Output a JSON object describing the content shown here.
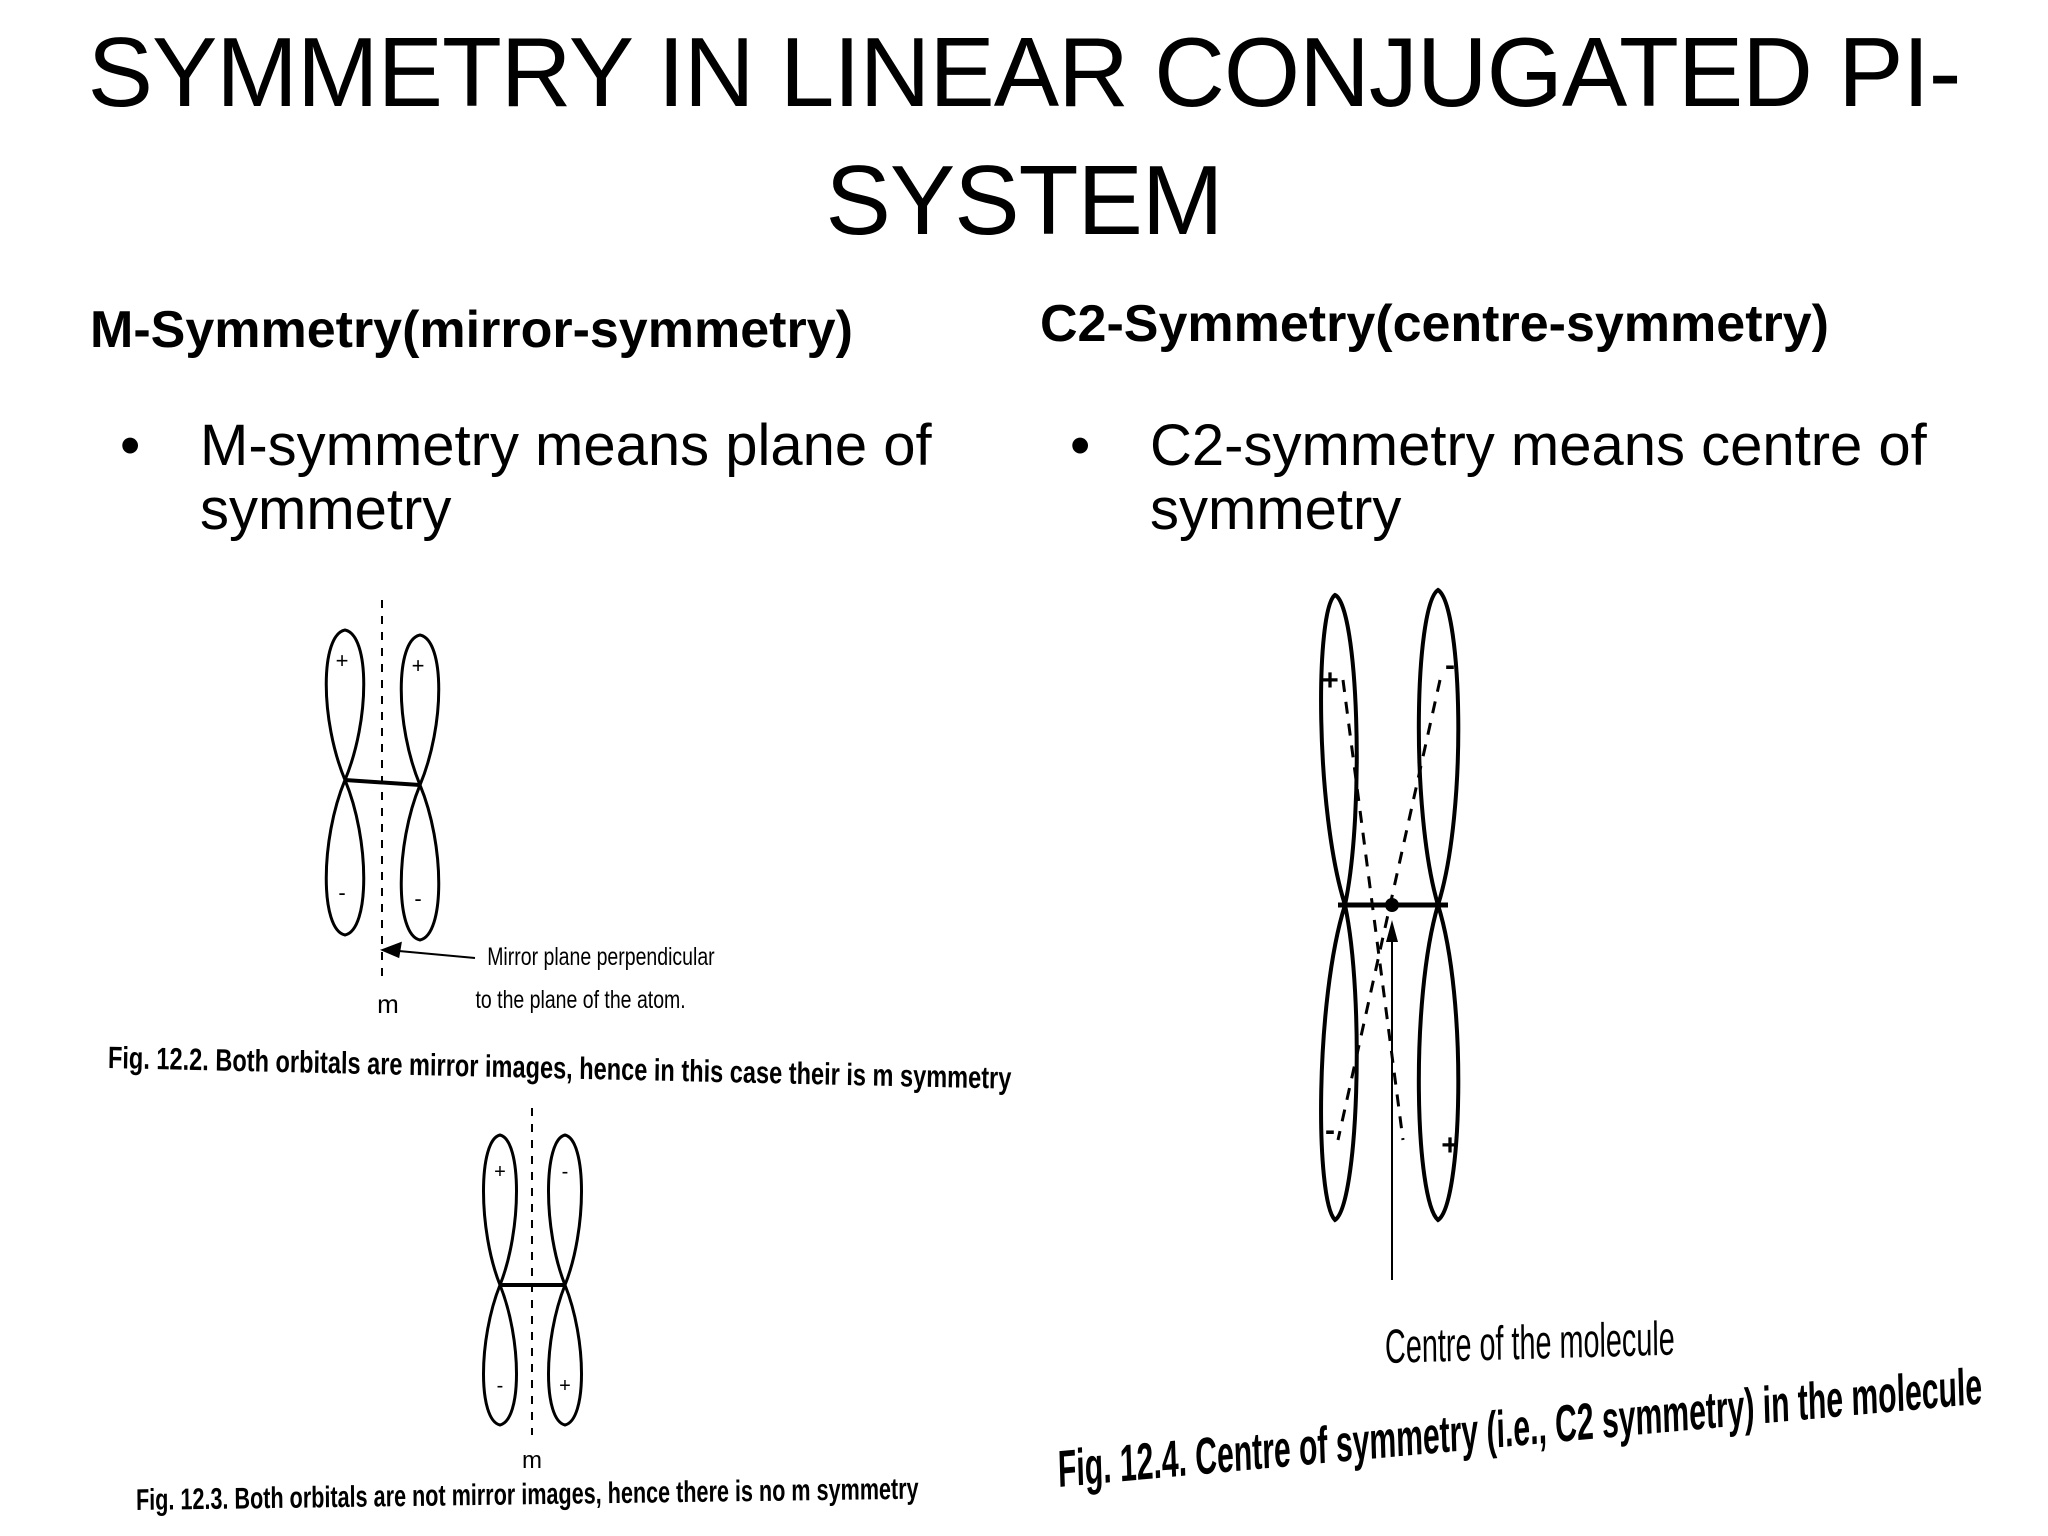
{
  "slide": {
    "title": "SYMMETRY IN LINEAR CONJUGATED PI-SYSTEM",
    "left": {
      "heading": "M-Symmetry(mirror-symmetry)",
      "bullet": "M-symmetry means plane of symmetry",
      "fig1": {
        "caption": "Fig. 12.2.  Both orbitals are mirror images, hence in this case their is m symmetry",
        "annotation_line1": "Mirror plane perpendicular",
        "annotation_line2": "to the plane of the atom.",
        "mirror_label": "m",
        "signs": [
          "+",
          "+",
          "-",
          "-"
        ]
      },
      "fig2": {
        "caption": "Fig. 12.3.  Both orbitals are not mirror images, hence there is no m symmetry",
        "mirror_label": "m",
        "signs": [
          "+",
          "-",
          "-",
          "+"
        ]
      }
    },
    "right": {
      "heading": "C2-Symmetry(centre-symmetry)",
      "bullet": "C2-symmetry means centre of symmetry",
      "fig": {
        "centre_label": "Centre of the molecule",
        "caption": "Fig. 12.4.  Centre of symmetry (i.e., C2 symmetry) in the molecule",
        "signs": [
          "+",
          "-",
          "-",
          "+"
        ]
      }
    }
  }
}
